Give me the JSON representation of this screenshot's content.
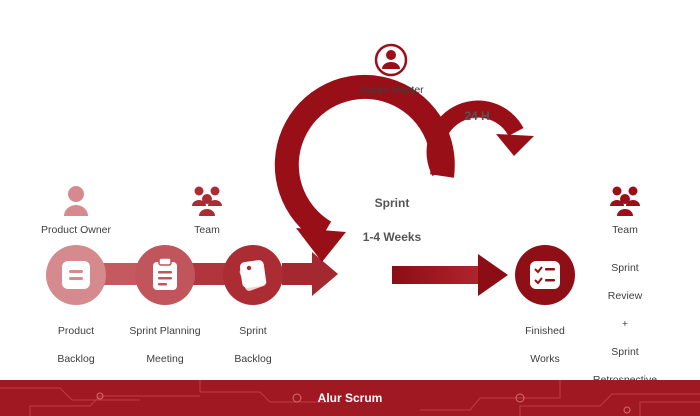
{
  "roles": {
    "scrum_master": "Scrum Master",
    "product_owner": "Product Owner",
    "team_left": "Team",
    "team_right": "Team"
  },
  "cycle": {
    "daily": "24 H",
    "sprint_line1": "Sprint",
    "sprint_line2": "1-4 Weeks"
  },
  "steps": [
    {
      "label_line1": "Product",
      "label_line2": "Backlog"
    },
    {
      "label_line1": "Sprint Planning",
      "label_line2": "Meeting"
    },
    {
      "label_line1": "Sprint",
      "label_line2": "Backlog"
    },
    {
      "label_line1": "Finished",
      "label_line2": "Works"
    }
  ],
  "review": {
    "line1": "Sprint",
    "line2": "Review",
    "line3": "+",
    "line4": "Sprint",
    "line5": "Retrospective"
  },
  "footer": {
    "title": "Alur Scrum"
  },
  "colors": {
    "dark_red": "#9b0f19",
    "mid_red": "#b0353c",
    "light_red": "#c9676c",
    "pale_red": "#d58a8d",
    "footer": "#a01822"
  }
}
